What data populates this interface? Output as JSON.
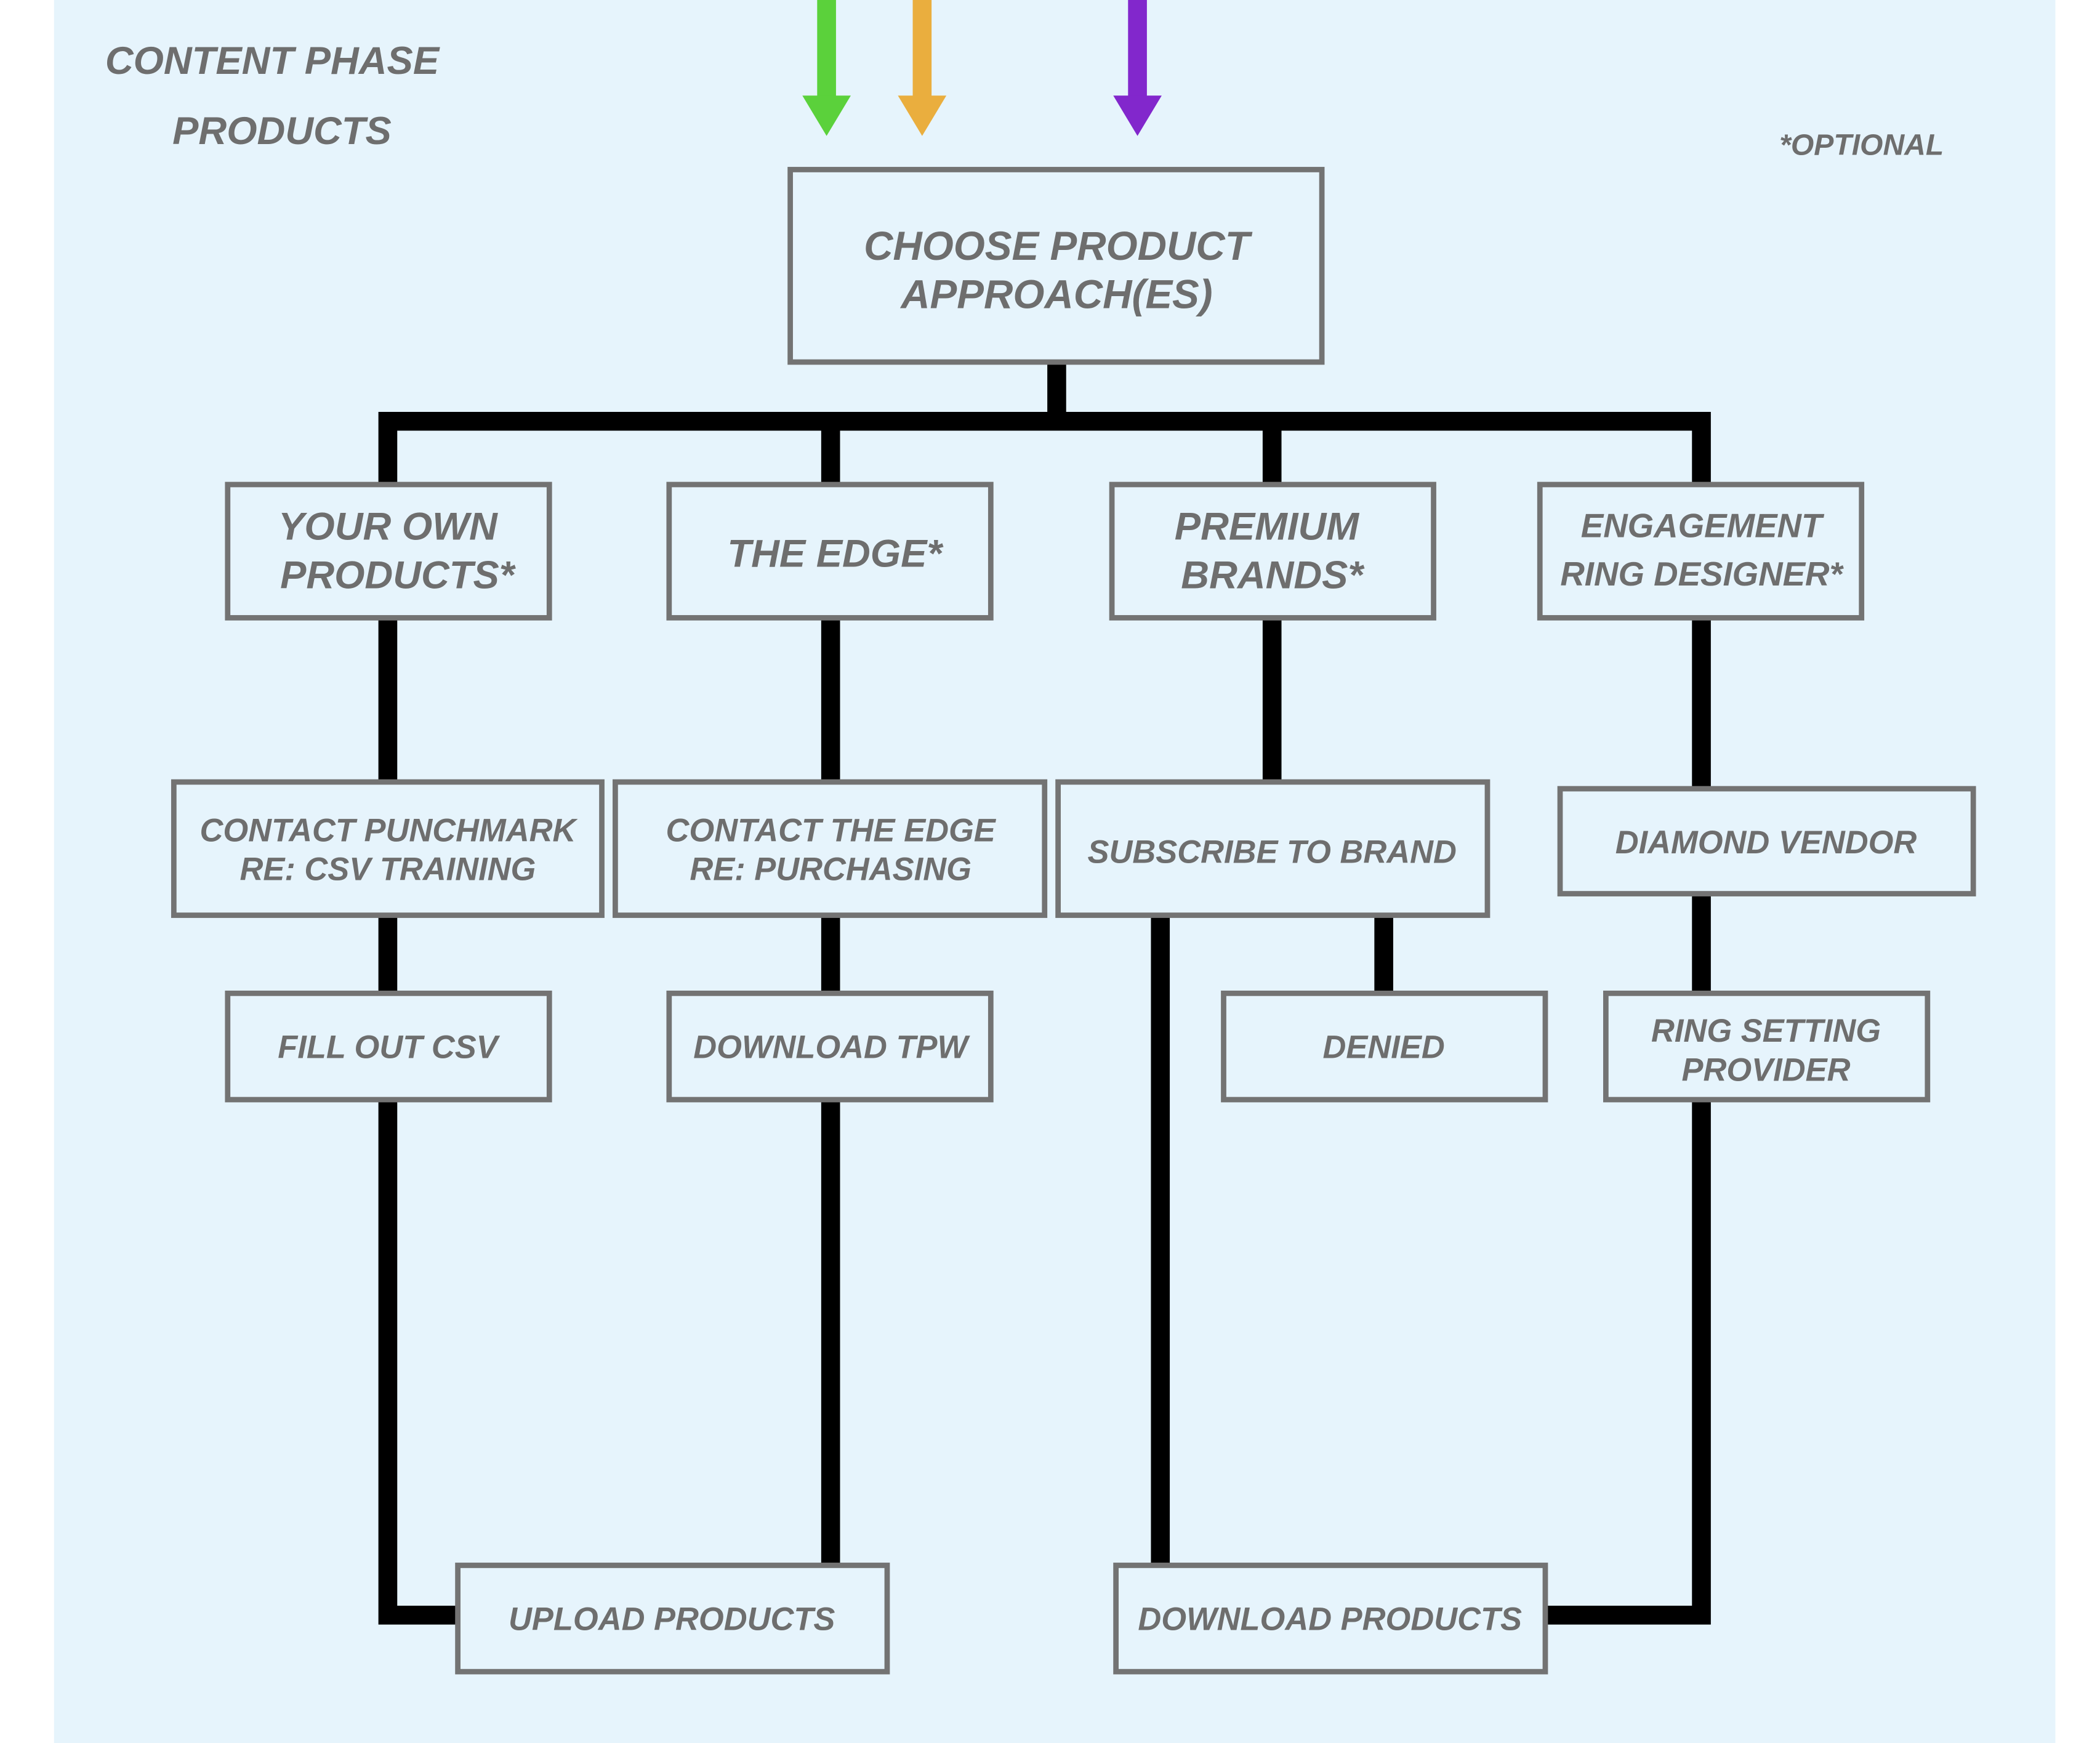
{
  "header": {
    "title": "CONTENT PHASE",
    "subtitle": "PRODUCTS",
    "note": "*OPTIONAL"
  },
  "colors": {
    "background": "#e6f4fc",
    "box_border": "#737373",
    "text": "#6e6e6e",
    "connector": "#000000",
    "arrow_green": "#5bd13b",
    "arrow_orange": "#eaae3e",
    "arrow_purple": "#8227cc"
  },
  "nodes": {
    "root": [
      "CHOOSE PRODUCT",
      "APPROACH(ES)"
    ],
    "own": [
      "YOUR OWN",
      "PRODUCTS*"
    ],
    "edge": [
      "THE EDGE*"
    ],
    "premium": [
      "PREMIUM",
      "BRANDS*"
    ],
    "engagement": [
      "ENGAGEMENT",
      "RING DESIGNER*"
    ],
    "contact_punchmark": [
      "CONTACT PUNCHMARK",
      "RE: CSV TRAINING"
    ],
    "contact_edge": [
      "CONTACT THE EDGE",
      "RE: PURCHASING"
    ],
    "subscribe": [
      "SUBSCRIBE TO BRAND"
    ],
    "diamond": [
      "DIAMOND VENDOR"
    ],
    "fill_csv": [
      "FILL OUT CSV"
    ],
    "download_tpw": [
      "DOWNLOAD TPW"
    ],
    "denied": [
      "DENIED"
    ],
    "ring_setting": [
      "RING SETTING",
      "PROVIDER"
    ],
    "upload": [
      "UPLOAD PRODUCTS"
    ],
    "download_products": [
      "DOWNLOAD PRODUCTS"
    ]
  }
}
